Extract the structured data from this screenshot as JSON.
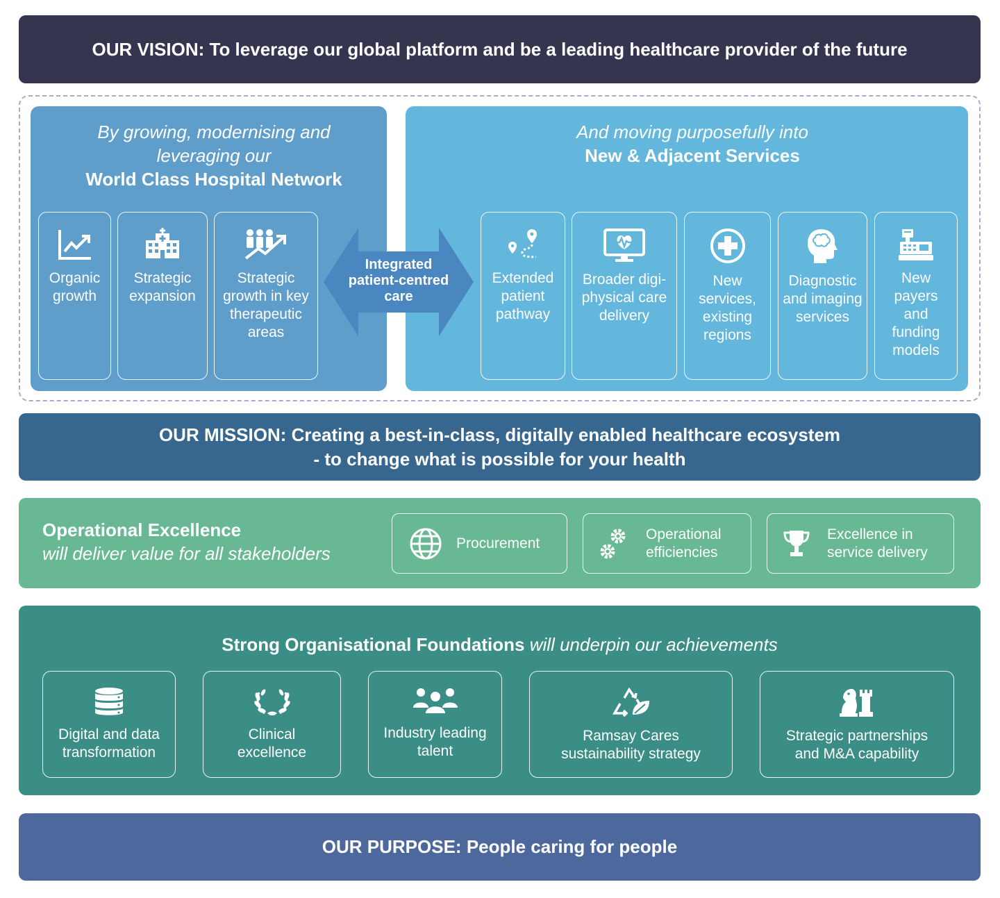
{
  "vision": {
    "label": "OUR VISION:",
    "text": "To leverage our global platform and be a leading healthcare provider of the future"
  },
  "left_panel": {
    "title_italic_1": "By growing, modernising and",
    "title_italic_2": "leveraging our",
    "title_bold": "World Class Hospital Network",
    "cards": [
      {
        "icon": "line-chart-icon",
        "label": "Organic growth"
      },
      {
        "icon": "hospital-building-icon",
        "label": "Strategic expansion"
      },
      {
        "icon": "people-growth-icon",
        "label": "Strategic growth in key therapeutic areas"
      }
    ]
  },
  "center_arrow": {
    "line1": "Integrated",
    "line2": "patient-centred",
    "line3": "care"
  },
  "right_panel": {
    "title_italic": "And moving purposefully into",
    "title_bold": "New & Adjacent Services",
    "cards": [
      {
        "icon": "map-pathway-icon",
        "label": "Extended patient pathway"
      },
      {
        "icon": "monitor-heartbeat-icon",
        "label": "Broader digi-physical care delivery"
      },
      {
        "icon": "medical-cross-icon",
        "label": "New services, existing regions"
      },
      {
        "icon": "brain-head-icon",
        "label": "Diagnostic and imaging services"
      },
      {
        "icon": "cash-register-icon",
        "label": "New payers and funding models"
      }
    ]
  },
  "mission": {
    "label": "OUR MISSION:",
    "line1": "Creating a best-in-class, digitally enabled healthcare ecosystem",
    "line2": "- to change what is possible for your health"
  },
  "operational": {
    "title_bold": "Operational Excellence",
    "title_italic": "will deliver value for all stakeholders",
    "cards": [
      {
        "icon": "globe-icon",
        "label": "Procurement"
      },
      {
        "icon": "gears-icon",
        "label_1": "Operational",
        "label_2": "efficiencies"
      },
      {
        "icon": "trophy-icon",
        "label_1": "Excellence in",
        "label_2": "service delivery"
      }
    ]
  },
  "foundations": {
    "title_bold": "Strong Organisational Foundations",
    "title_italic": "will underpin our achievements",
    "cards": [
      {
        "icon": "database-icon",
        "label_1": "Digital and data",
        "label_2": "transformation"
      },
      {
        "icon": "laurel-wreath-icon",
        "label_1": "Clinical",
        "label_2": "excellence"
      },
      {
        "icon": "team-icon",
        "label_1": "Industry leading",
        "label_2": "talent"
      },
      {
        "icon": "recycle-leaf-icon",
        "label_1": "Ramsay Cares",
        "label_2": "sustainability strategy"
      },
      {
        "icon": "chess-pieces-icon",
        "label_1": "Strategic partnerships",
        "label_2": "and M&A capability"
      }
    ]
  },
  "purpose": {
    "label": "OUR PURPOSE:",
    "text": "People caring for people"
  },
  "colors": {
    "vision": "#353550",
    "left_panel": "#5f9ecb",
    "right_panel": "#63b6dc",
    "arrow": "#4a86c0",
    "mission": "#37678e",
    "operational": "#67b893",
    "foundations": "#3a8e85",
    "purpose": "#4c689d"
  }
}
